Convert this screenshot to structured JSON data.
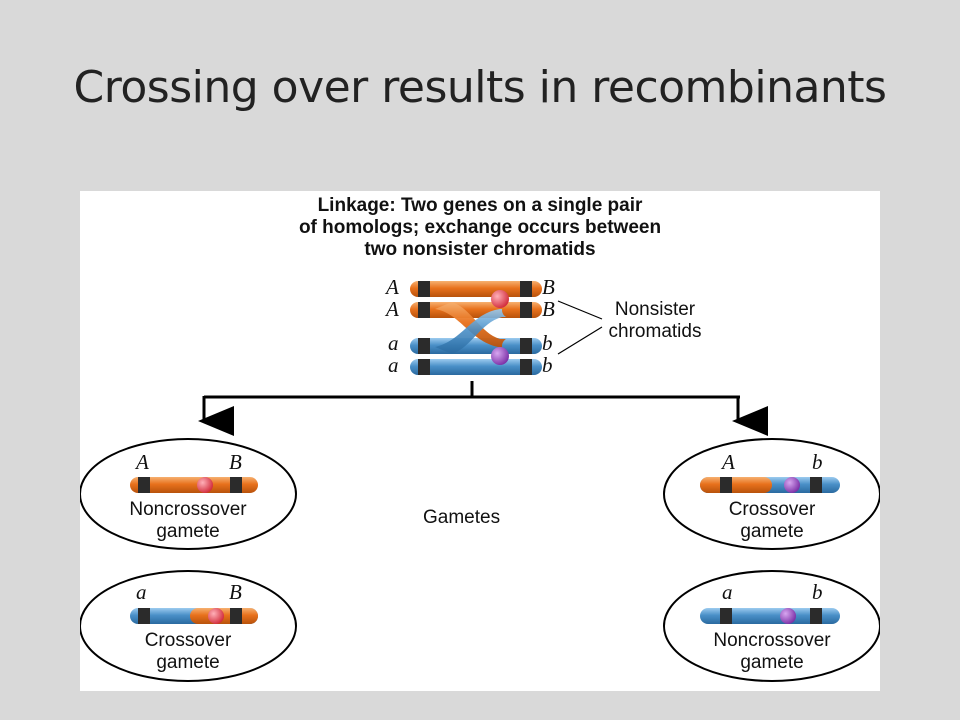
{
  "slide": {
    "title": "Crossing over results in recombinants"
  },
  "figure": {
    "heading_lines": [
      "Linkage: Two genes on a single pair",
      "of homologs; exchange occurs between",
      "two nonsister chromatids"
    ],
    "chromatid_labels": {
      "left": [
        "A",
        "A",
        "a",
        "a"
      ],
      "right": [
        "B",
        "B",
        "b",
        "b"
      ]
    },
    "nonsister_label": [
      "Nonsister",
      "chromatids"
    ],
    "gametes_label": "Gametes",
    "gametes": [
      {
        "id": "top-left",
        "left_allele": "A",
        "right_allele": "B",
        "caption": [
          "Noncrossover",
          "gamete"
        ]
      },
      {
        "id": "bottom-left",
        "left_allele": "a",
        "right_allele": "B",
        "caption": [
          "Crossover",
          "gamete"
        ]
      },
      {
        "id": "top-right",
        "left_allele": "A",
        "right_allele": "b",
        "caption": [
          "Crossover",
          "gamete"
        ]
      },
      {
        "id": "bottom-right",
        "left_allele": "a",
        "right_allele": "b",
        "caption": [
          "Noncrossover",
          "gamete"
        ]
      }
    ],
    "colors": {
      "orange": "#e8711c",
      "blue": "#4a90c8",
      "band": "#2b2b2b",
      "centromere_red": "#e03a4a",
      "centromere_purple": "#8a3fb5"
    }
  }
}
